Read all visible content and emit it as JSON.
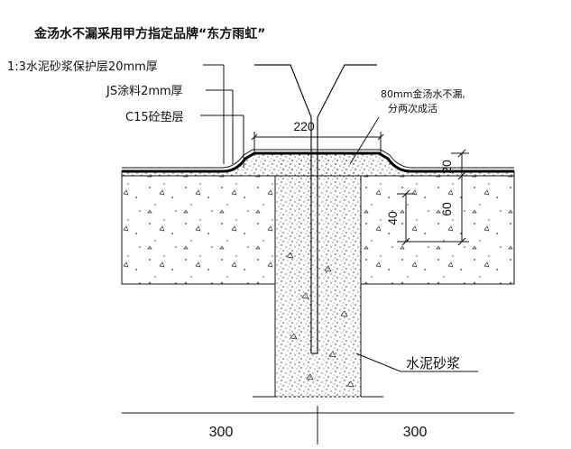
{
  "title": "金汤水不漏采用甲方指定品牌“东方雨虹”",
  "layers": {
    "mortar_protection": "1:3水泥砂浆保护层20mm厚",
    "js_coating": "JS涂料2mm厚",
    "c15_cushion": "C15砼垫层"
  },
  "annotation_note": {
    "line1": "80mm金汤水不漏,",
    "line2": "分两次成活"
  },
  "fill_label": "水泥砂浆",
  "dimensions": {
    "top_width": "220",
    "thickness_20": "20",
    "thickness_40": "40",
    "thickness_60": "60",
    "bottom_left": "300",
    "bottom_right": "300"
  },
  "colors": {
    "line": "#111111",
    "background": "#ffffff"
  }
}
